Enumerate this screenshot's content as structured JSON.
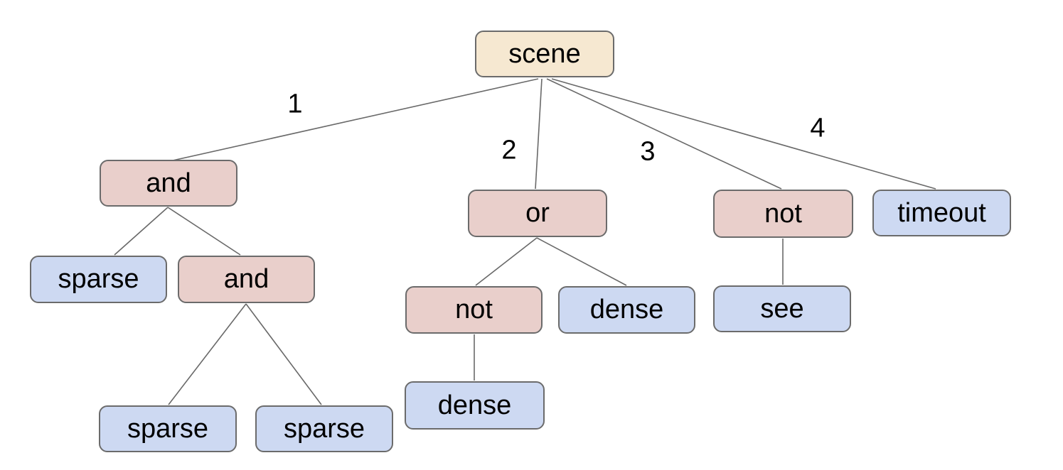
{
  "diagram": {
    "type": "tree",
    "colors": {
      "background": "#ffffff",
      "root_fill": "#f6e8d1",
      "operator_fill": "#e9cfcb",
      "leaf_fill": "#cdd9f2",
      "node_border": "#6b6b6b",
      "edge_line": "#696969",
      "text": "#000000"
    },
    "tree": {
      "label": "scene",
      "children": [
        {
          "edge_label": "1",
          "label": "and",
          "children": [
            {
              "label": "sparse"
            },
            {
              "label": "and",
              "children": [
                {
                  "label": "sparse"
                },
                {
                  "label": "sparse"
                }
              ]
            }
          ]
        },
        {
          "edge_label": "2",
          "label": "or",
          "children": [
            {
              "label": "not",
              "children": [
                {
                  "label": "dense"
                }
              ]
            },
            {
              "label": "dense"
            }
          ]
        },
        {
          "edge_label": "3",
          "label": "not",
          "children": [
            {
              "label": "see"
            }
          ]
        },
        {
          "edge_label": "4",
          "label": "timeout"
        }
      ]
    }
  }
}
